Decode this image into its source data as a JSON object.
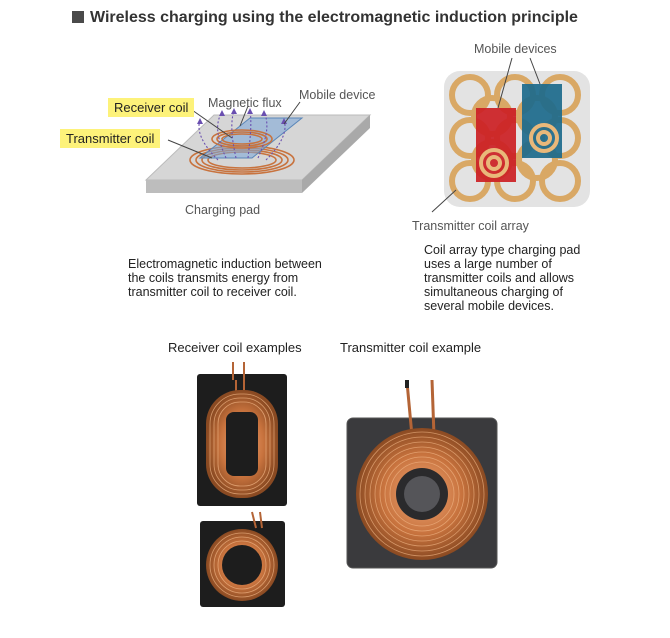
{
  "title": "Wireless charging using the electromagnetic induction principle",
  "left_diagram": {
    "receiver_coil": "Receiver coil",
    "transmitter_coil": "Transmitter coil",
    "magnetic_flux": "Magnetic flux",
    "mobile_device": "Mobile device",
    "charging_pad": "Charging pad",
    "description_lines": [
      "Electromagnetic induction between",
      "the coils transmits energy from",
      "transmitter coil to receiver coil."
    ]
  },
  "right_diagram": {
    "mobile_devices": "Mobile devices",
    "transmitter_coil_array": "Transmitter coil array",
    "description_lines": [
      "Coil array type charging pad",
      "uses a large number of",
      "transmitter coils and allows",
      "simultaneous charging of",
      "several mobile devices."
    ]
  },
  "photos": {
    "receiver_caption": "Receiver coil examples",
    "transmitter_caption": "Transmitter coil example"
  },
  "colors": {
    "highlight": "#fdf27a",
    "copper": "#c8733e",
    "coil_ring": "#d9a865",
    "red_device": "#cc1f24",
    "blue_device": "#1c6a8c"
  }
}
